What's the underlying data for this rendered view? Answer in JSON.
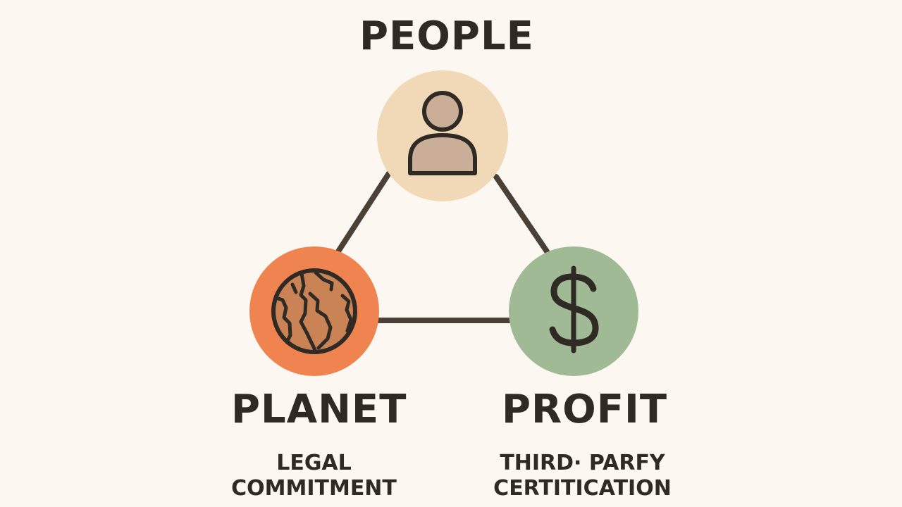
{
  "diagram": {
    "nodes": {
      "people": {
        "label": "PEOPLE",
        "icon": "person-icon",
        "color": "#f1d8b6"
      },
      "planet": {
        "label": "PLANET",
        "icon": "globe-icon",
        "color": "#ef8450",
        "subtitle": [
          "LEGAL",
          "COMMITMENT"
        ]
      },
      "profit": {
        "label": "PROFIT",
        "icon": "dollar-icon",
        "color": "#9fba95",
        "subtitle": [
          "THIRD· PARFY",
          "CERTITICATION"
        ]
      }
    },
    "edge_color": "#4a4035"
  }
}
